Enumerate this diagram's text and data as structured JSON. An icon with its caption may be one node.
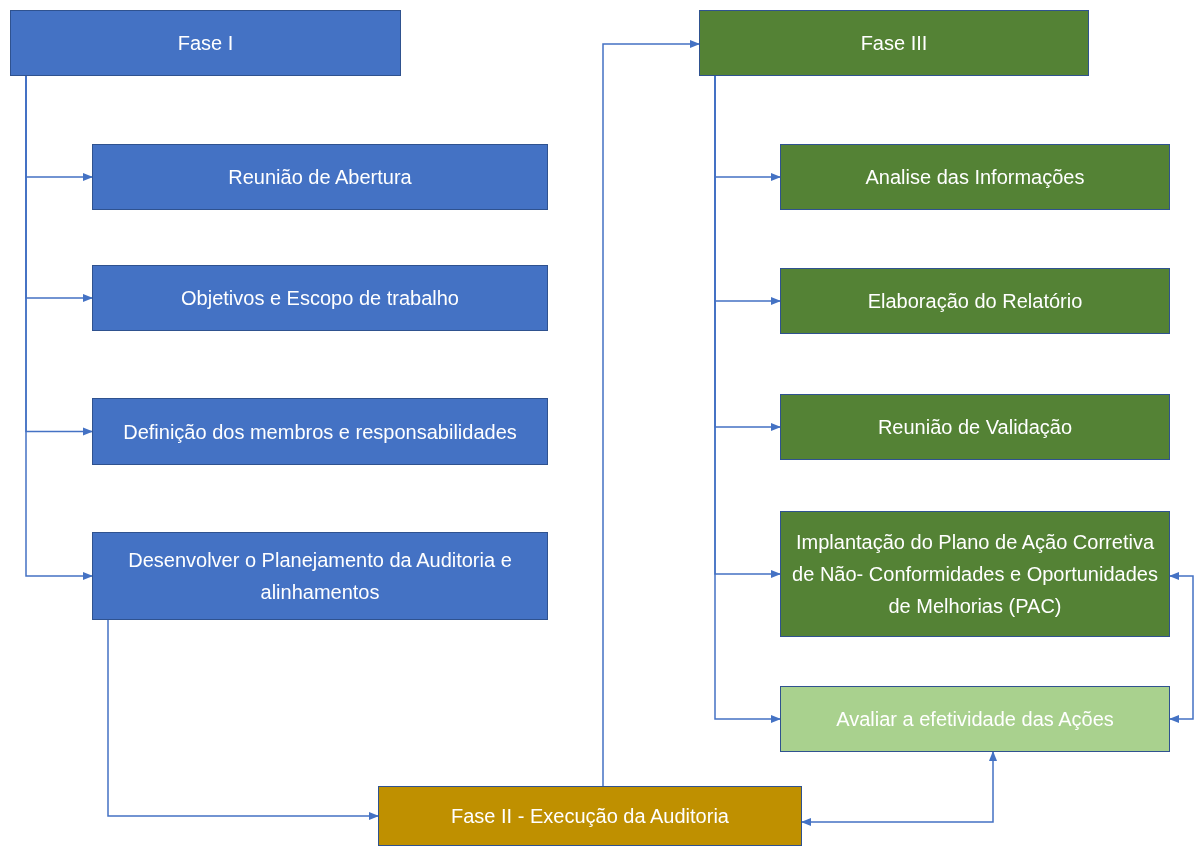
{
  "diagram": {
    "nodes": [
      {
        "text": [
          "Fase I"
        ]
      },
      {
        "text": [
          "Reunião de Abertura"
        ]
      },
      {
        "text": [
          "Objetivos e Escopo de trabalho"
        ]
      },
      {
        "text": [
          "Definição dos membros e responsabilidades"
        ]
      },
      {
        "text": [
          "Desenvolver o Planejamento da Auditoria e alinhamentos"
        ]
      },
      {
        "text": [
          "Fase III"
        ]
      },
      {
        "text": [
          "Analise das Informações"
        ]
      },
      {
        "text": [
          "Elaboração do Relatório"
        ]
      },
      {
        "text": [
          "Reunião de Validação"
        ]
      },
      {
        "text": [
          "Implantação do Plano de Ação Corretiva de Não- Conformidades e Oportunidades de Melhorias (PAC)"
        ]
      },
      {
        "text": [
          "Avaliar a efetividade das Ações"
        ]
      },
      {
        "text": [
          "Fase II - Execução da Auditoria"
        ]
      }
    ],
    "edges": [
      {
        "from": 0,
        "to": 1,
        "arrow": "to"
      },
      {
        "from": 0,
        "to": 2,
        "arrow": "to"
      },
      {
        "from": 0,
        "to": 3,
        "arrow": "to"
      },
      {
        "from": 0,
        "to": 4,
        "arrow": "to"
      },
      {
        "from": 4,
        "to": 11,
        "arrow": "to"
      },
      {
        "from": 11,
        "to": 5,
        "arrow": "to"
      },
      {
        "from": 5,
        "to": 6,
        "arrow": "to"
      },
      {
        "from": 5,
        "to": 7,
        "arrow": "to"
      },
      {
        "from": 5,
        "to": 8,
        "arrow": "to"
      },
      {
        "from": 5,
        "to": 9,
        "arrow": "to"
      },
      {
        "from": 5,
        "to": 10,
        "arrow": "to"
      },
      {
        "from": 9,
        "to": 10,
        "arrow": "both"
      },
      {
        "from": 11,
        "to": 10,
        "arrow": "both"
      }
    ]
  }
}
